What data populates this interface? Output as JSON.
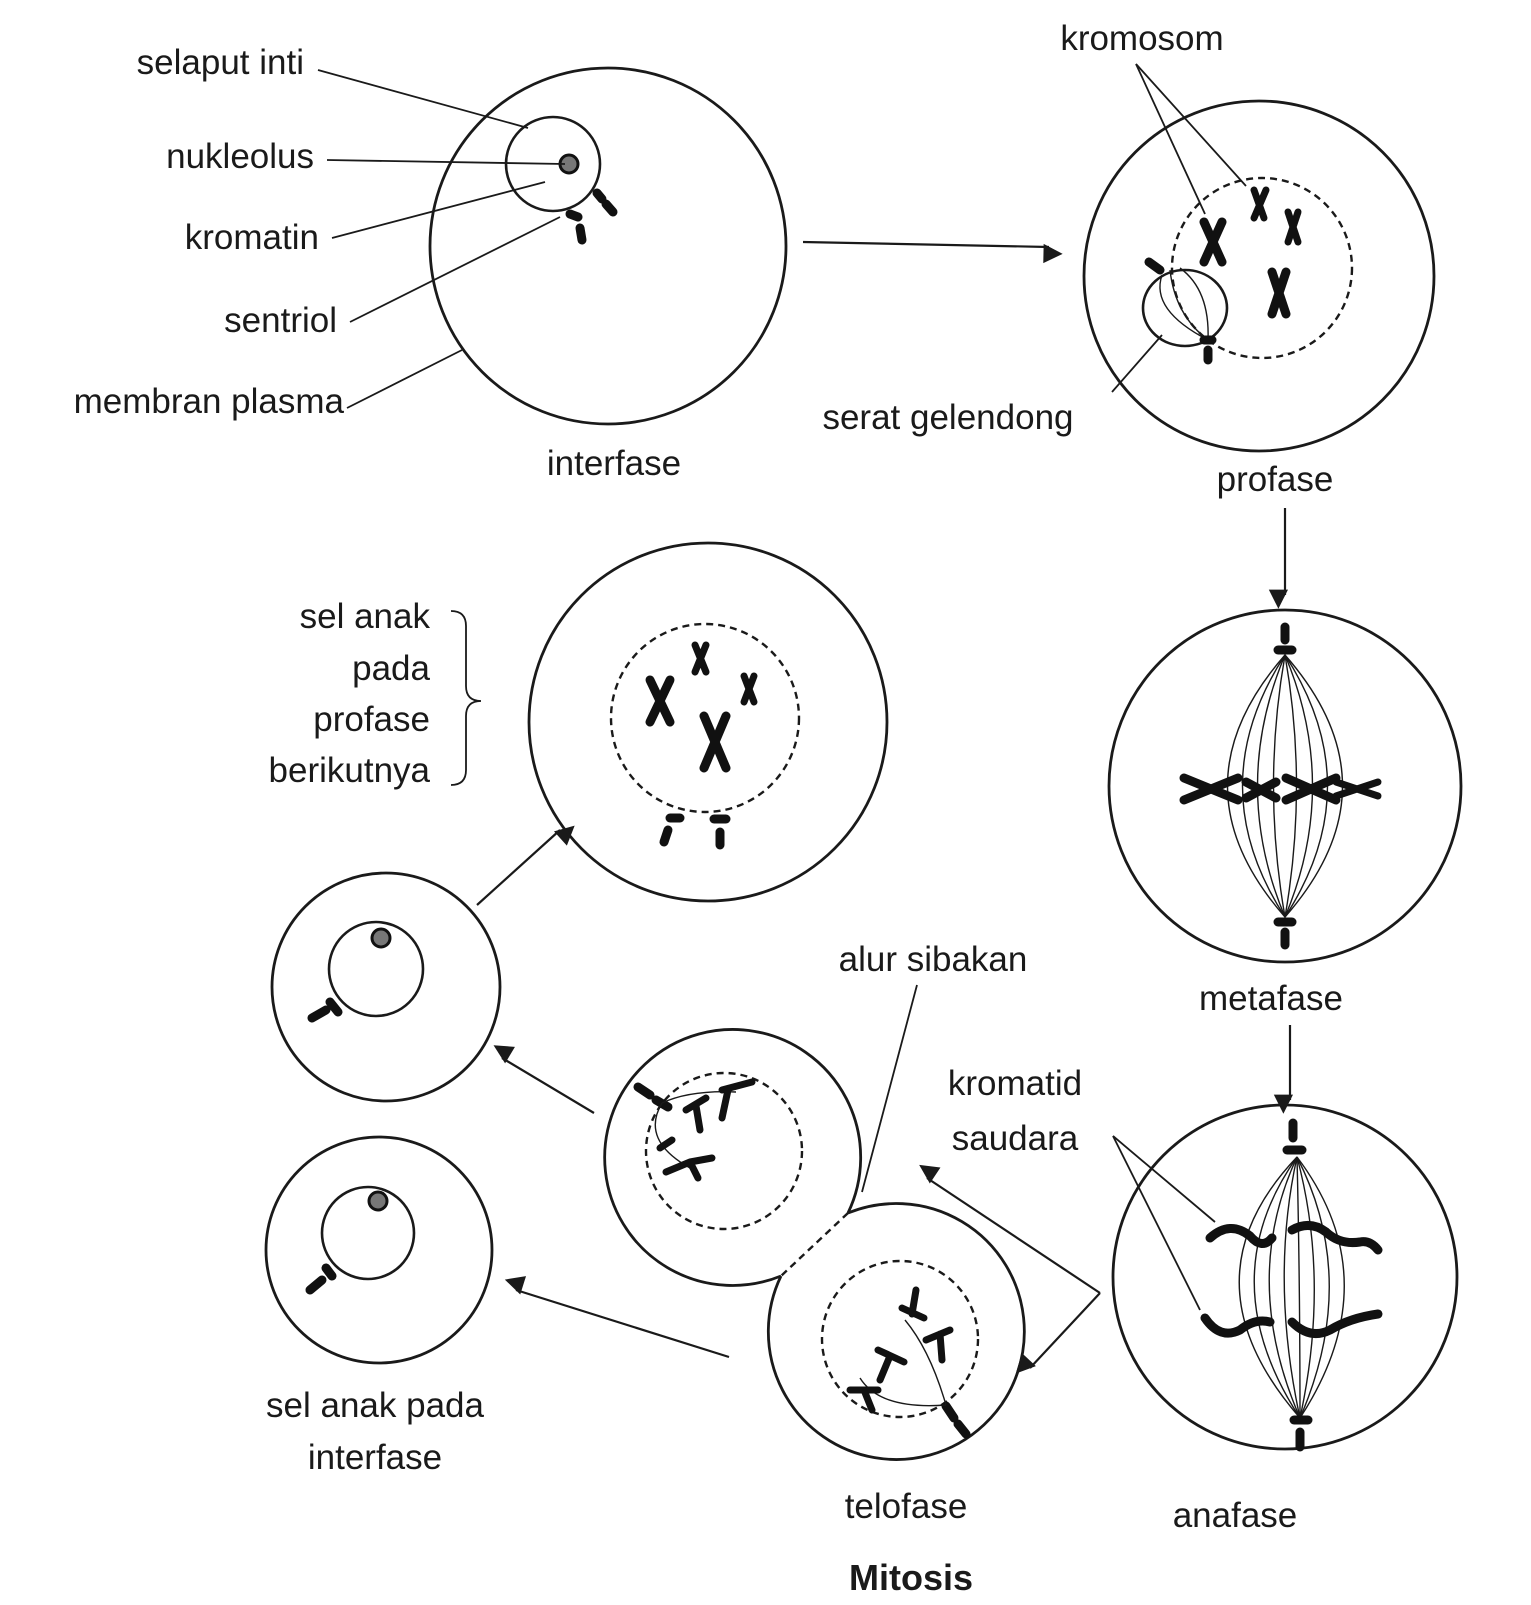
{
  "labels": {
    "selaput_inti": "selaput inti",
    "nukleolus": "nukleolus",
    "kromatin": "kromatin",
    "sentriol": "sentriol",
    "membran_plasma": "membran plasma",
    "interfase": "interfase",
    "kromosom": "kromosom",
    "serat_gelendong": "serat gelendong",
    "profase": "profase",
    "sel_anak_profase": [
      "sel anak",
      "pada",
      "profase",
      "berikutnya"
    ],
    "metafase": "metafase",
    "alur_sibakan": "alur sibakan",
    "kromatid_saudara": [
      "kromatid",
      "saudara"
    ],
    "sel_anak_interfase": [
      "sel anak pada",
      "interfase"
    ],
    "telofase": "telofase",
    "anafase": "anafase",
    "title": "Mitosis"
  }
}
